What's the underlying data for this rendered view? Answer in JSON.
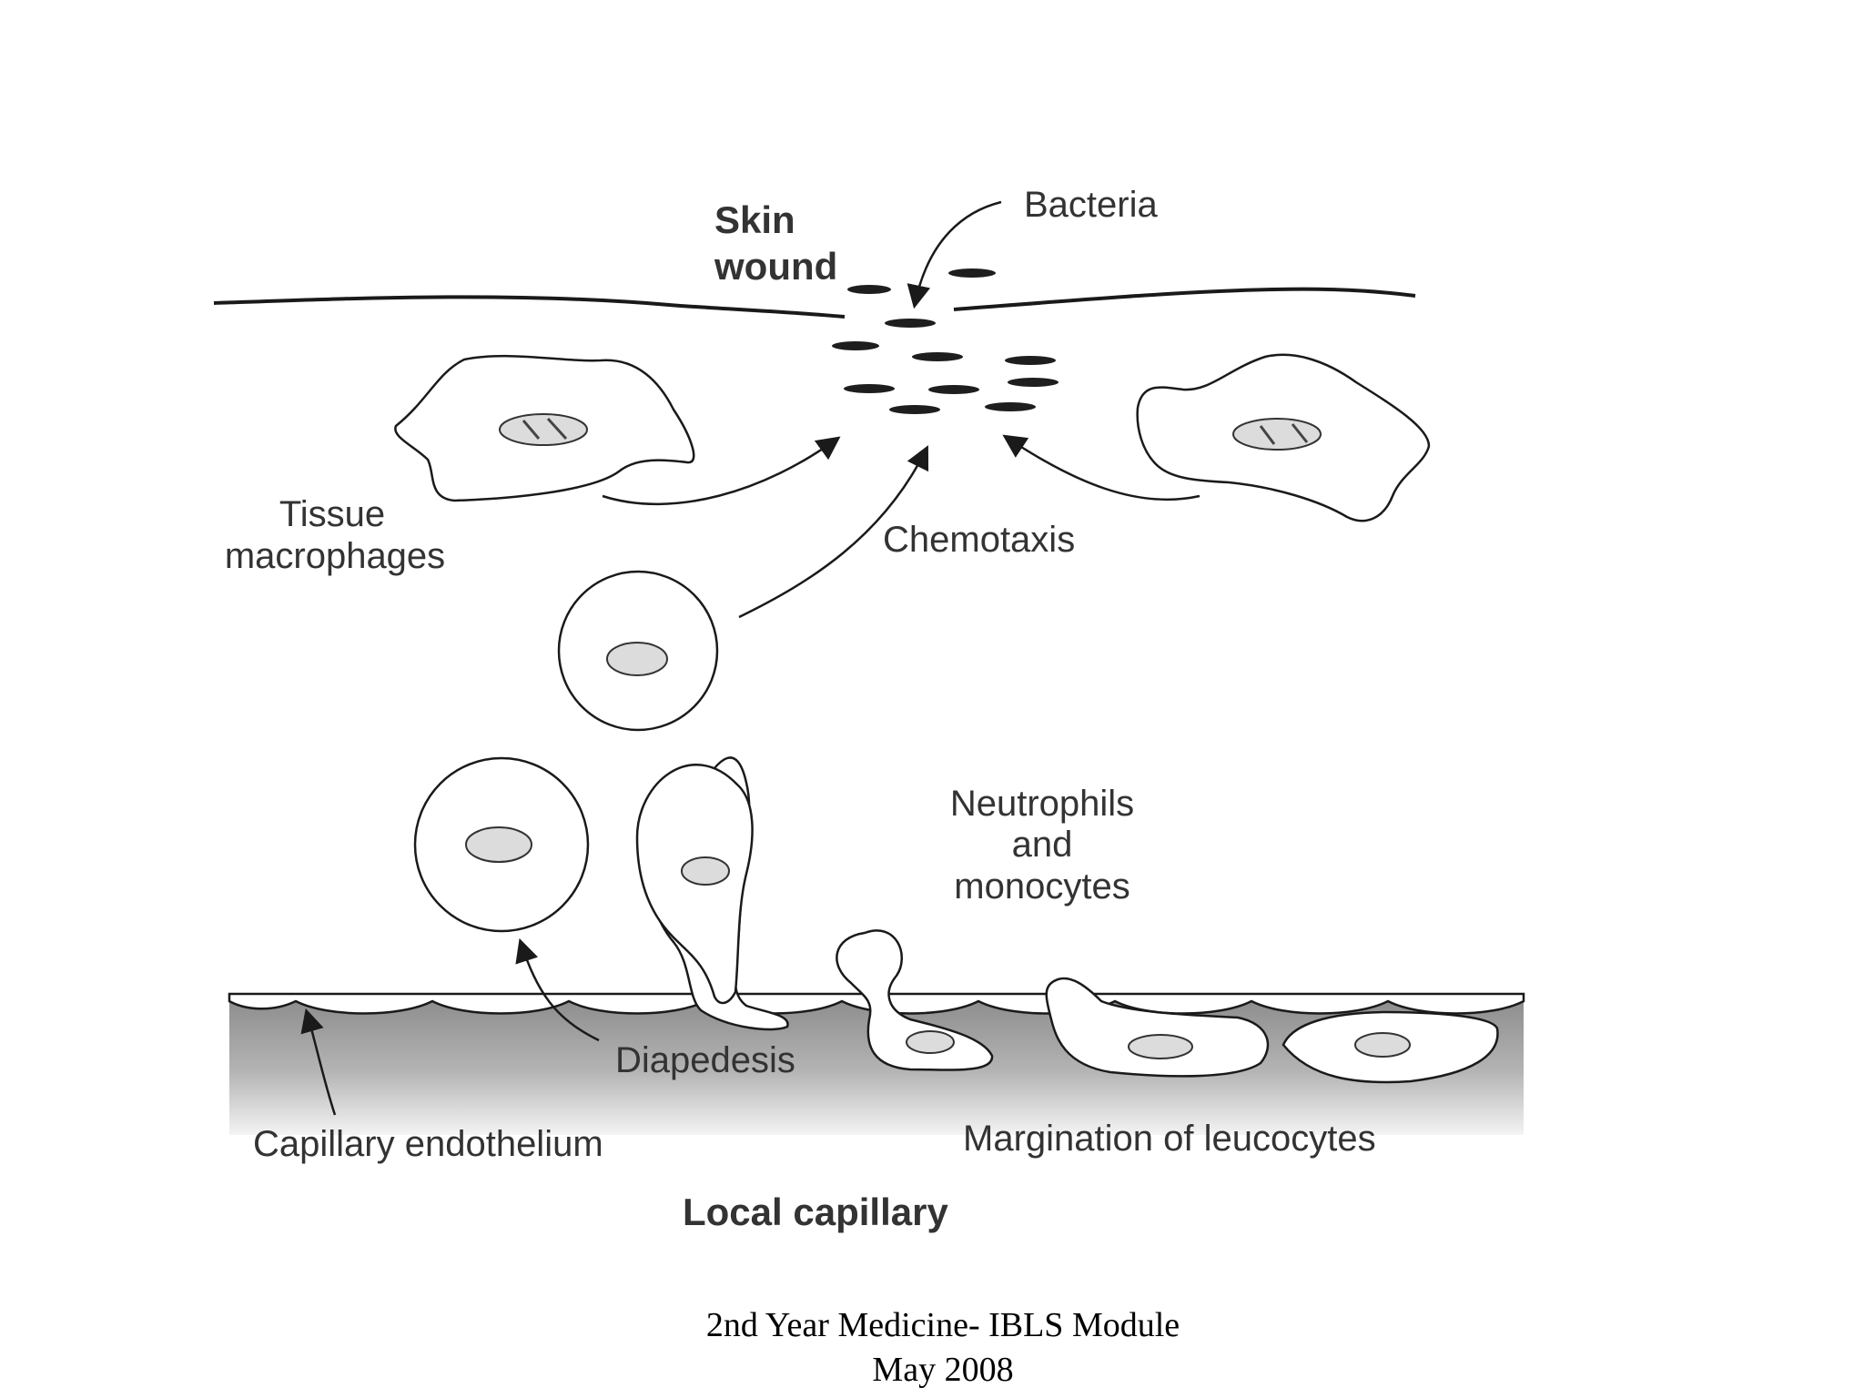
{
  "labels": {
    "skin_wound_line1": "Skin",
    "skin_wound_line2": "wound",
    "bacteria": "Bacteria",
    "tissue_macrophages_line1": "Tissue",
    "tissue_macrophages_line2": "macrophages",
    "chemotaxis": "Chemotaxis",
    "neutrophils_line1": "Neutrophils",
    "neutrophils_line2": "and",
    "neutrophils_line3": "monocytes",
    "diapedesis": "Diapedesis",
    "capillary_endothelium": "Capillary endothelium",
    "margination": "Margination of leucocytes",
    "local_capillary": "Local capillary"
  },
  "footer": {
    "line1": "2nd Year Medicine- IBLS Module",
    "line2": "May 2008"
  },
  "colors": {
    "ink": "#1a1a1a",
    "label": "#333333",
    "capillary_dark": "#8a8a8a",
    "capillary_light": "#f2f2f2"
  }
}
